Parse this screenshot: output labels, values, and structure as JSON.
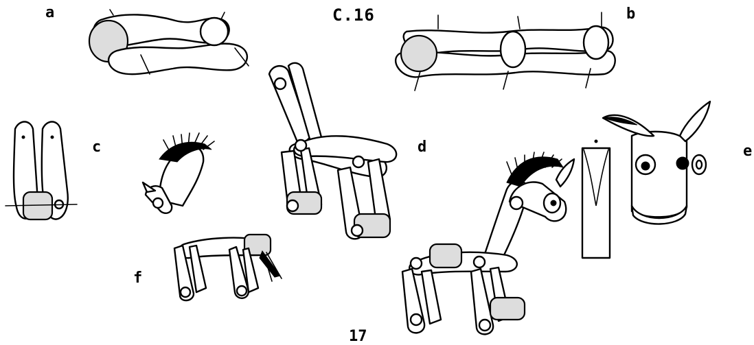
{
  "figure": {
    "title": "C.16",
    "page_number": "17",
    "labels": {
      "a": "a",
      "b": "b",
      "c": "c",
      "d": "d",
      "e": "e",
      "f": "f"
    }
  },
  "colors": {
    "ink": "#000000",
    "paper": "#ffffff"
  }
}
